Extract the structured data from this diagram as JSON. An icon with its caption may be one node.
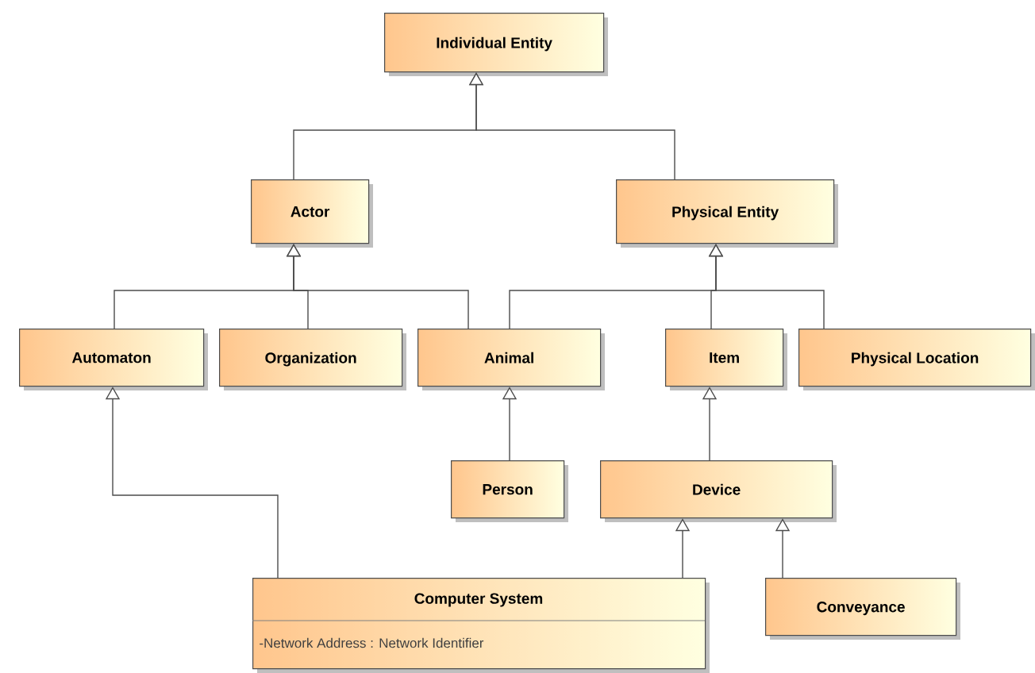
{
  "diagram": {
    "nodes": [
      {
        "text": [
          "Individual Entity"
        ]
      },
      {
        "text": [
          "Actor"
        ]
      },
      {
        "text": [
          "Physical Entity"
        ]
      },
      {
        "text": [
          "Automaton"
        ]
      },
      {
        "text": [
          "Organization"
        ]
      },
      {
        "text": [
          "Animal"
        ]
      },
      {
        "text": [
          "Item"
        ]
      },
      {
        "text": [
          "Physical Location"
        ]
      },
      {
        "text": [
          "Person"
        ]
      },
      {
        "text": [
          "Device"
        ]
      },
      {
        "text": [
          "Computer System",
          "-Network Address : Network Identifier"
        ]
      },
      {
        "text": [
          "Conveyance"
        ]
      }
    ],
    "edges": [
      {
        "from": 1,
        "to": 0,
        "arrow": "to"
      },
      {
        "from": 2,
        "to": 0,
        "arrow": "to"
      },
      {
        "from": 3,
        "to": 1,
        "arrow": "to"
      },
      {
        "from": 4,
        "to": 1,
        "arrow": "to"
      },
      {
        "from": 5,
        "to": 1,
        "arrow": "to"
      },
      {
        "from": 5,
        "to": 2,
        "arrow": "to"
      },
      {
        "from": 6,
        "to": 2,
        "arrow": "to"
      },
      {
        "from": 7,
        "to": 2,
        "arrow": "to"
      },
      {
        "from": 8,
        "to": 5,
        "arrow": "to"
      },
      {
        "from": 9,
        "to": 6,
        "arrow": "to"
      },
      {
        "from": 10,
        "to": 3,
        "arrow": "to"
      },
      {
        "from": 10,
        "to": 9,
        "arrow": "to"
      },
      {
        "from": 11,
        "to": 9,
        "arrow": "to"
      }
    ]
  }
}
